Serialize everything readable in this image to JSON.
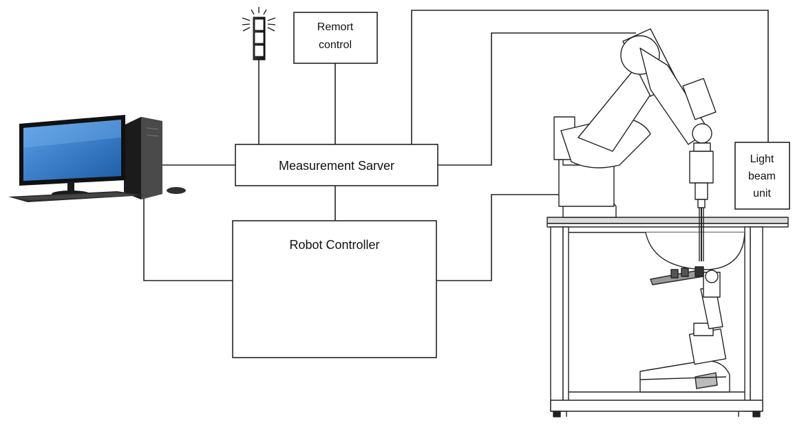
{
  "diagram": {
    "measurement_server_label": "Measurement Sarver",
    "robot_controller_label": "Robot Controller",
    "remote_control_label_line1": "Remort",
    "remote_control_label_line2": "control",
    "light_beam_label_line1": "Light",
    "light_beam_label_line2": "beam",
    "light_beam_label_line3": "unit"
  },
  "icons": {
    "computer": "desktop-computer-icon",
    "signal_tower": "signal-tower-lamp-icon",
    "robot": "robot-arm-measurement-station-icon"
  },
  "colors": {
    "line": "#222222",
    "monitor_screen": "#2f74c0",
    "monitor_frame": "#1a1a1a",
    "tower_body": "#222222"
  },
  "connections": [
    {
      "from": "computer",
      "to": "measurement-server"
    },
    {
      "from": "computer",
      "to": "robot-controller"
    },
    {
      "from": "signal-tower",
      "to": "measurement-server"
    },
    {
      "from": "remote-control",
      "to": "measurement-server"
    },
    {
      "from": "measurement-server",
      "to": "robot-controller"
    },
    {
      "from": "measurement-server",
      "to": "robot-arm"
    },
    {
      "from": "measurement-server",
      "to": "light-beam-unit"
    },
    {
      "from": "robot-controller",
      "to": "robot-arm"
    }
  ]
}
